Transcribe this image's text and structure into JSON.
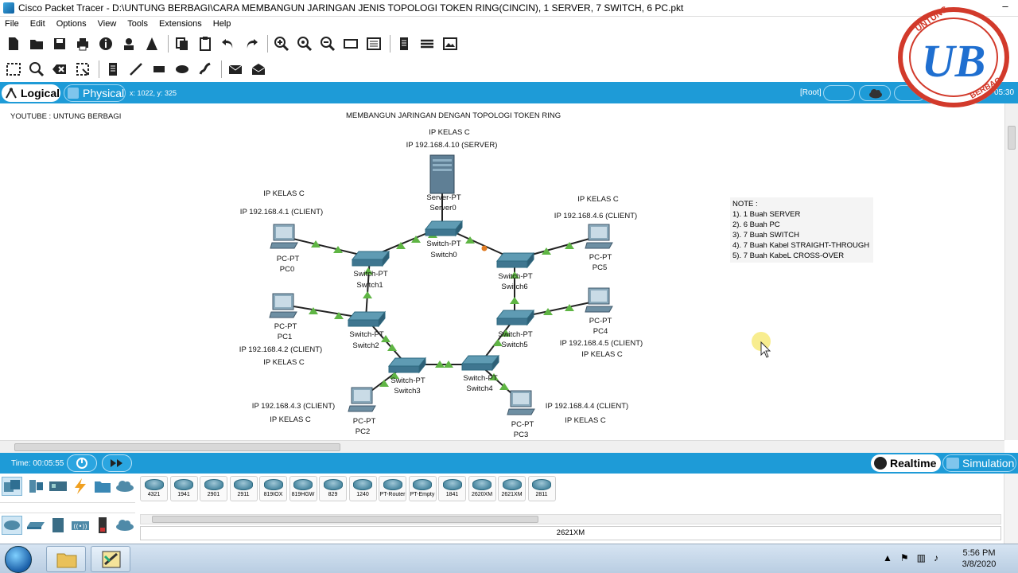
{
  "window": {
    "title": "Cisco Packet Tracer - D:\\UNTUNG BERBAGI\\CARA MEMBANGUN JARINGAN JENIS TOPOLOGI TOKEN RING(CINCIN), 1 SERVER,  7 SWITCH, 6 PC.pkt",
    "minimize_glyph": "–"
  },
  "menu": [
    "File",
    "Edit",
    "Options",
    "View",
    "Tools",
    "Extensions",
    "Help"
  ],
  "workspace": {
    "logical_label": "Logical",
    "physical_label": "Physical",
    "coordinates": "x: 1022, y: 325",
    "root_label": "[Root]",
    "time_right": "05:30"
  },
  "canvas": {
    "youtube_label": "YOUTUBE : UNTUNG BERBAGI",
    "heading": "MEMBANGUN JARINGAN DENGAN TOPOLOGI TOKEN RING",
    "note": {
      "title": "NOTE :",
      "lines": [
        "1). 1 Buah SERVER",
        "2). 6 Buah PC",
        "3). 7 Buah SWITCH",
        "4). 7 Buah Kabel STRAIGHT-THROUGH",
        "5). 7 Buah KabeL CROSS-OVER"
      ]
    },
    "server": {
      "type": "Server-PT",
      "name": "Server0",
      "class": "IP KELAS C",
      "ip": "IP 192.168.4.10 (SERVER)"
    },
    "switches": [
      {
        "type": "Switch-PT",
        "name": "Switch0"
      },
      {
        "type": "Switch-PT",
        "name": "Switch1"
      },
      {
        "type": "Switch-PT",
        "name": "Switch2"
      },
      {
        "type": "Switch-PT",
        "name": "Switch3"
      },
      {
        "type": "Switch-PT",
        "name": "Switch4"
      },
      {
        "type": "Switch-PT",
        "name": "Switch5"
      },
      {
        "type": "Switch-PT",
        "name": "Switch6"
      }
    ],
    "pcs": [
      {
        "type": "PC-PT",
        "name": "PC0",
        "ip": "IP 192.168.4.1 (CLIENT)",
        "class": "IP KELAS C"
      },
      {
        "type": "PC-PT",
        "name": "PC1",
        "ip": "IP 192.168.4.2  (CLIENT)",
        "class": "IP KELAS C"
      },
      {
        "type": "PC-PT",
        "name": "PC2",
        "ip": "IP 192.168.4.3  (CLIENT)",
        "class": "IP KELAS C"
      },
      {
        "type": "PC-PT",
        "name": "PC3",
        "ip": "IP 192.168.4.4  (CLIENT)",
        "class": "IP KELAS C"
      },
      {
        "type": "PC-PT",
        "name": "PC4",
        "ip": "IP 192.168.4.5 (CLIENT)",
        "class": "IP KELAS C"
      },
      {
        "type": "PC-PT",
        "name": "PC5",
        "ip": "IP 192.168.4.6  (CLIENT)",
        "class": "IP KELAS C"
      }
    ]
  },
  "realtime_bar": {
    "time": "Time: 00:05:55",
    "realtime_label": "Realtime",
    "simulation_label": "Simulation"
  },
  "devices": {
    "items": [
      "4321",
      "1941",
      "2901",
      "2911",
      "819IOX",
      "819HGW",
      "829",
      "1240",
      "PT-Router",
      "PT-Empty",
      "1841",
      "2620XM",
      "2621XM",
      "2811"
    ],
    "selected_label": "2621XM"
  },
  "taskbar": {
    "time": "5:56 PM",
    "date": "3/8/2020"
  },
  "logo": {
    "top_text": "UNTUNG",
    "bottom_text": "BERBAGI",
    "letters": "UB"
  },
  "colors": {
    "accent_blue": "#1e9bd7",
    "link_up": "#5fb544",
    "link_amber": "#e07b22"
  }
}
